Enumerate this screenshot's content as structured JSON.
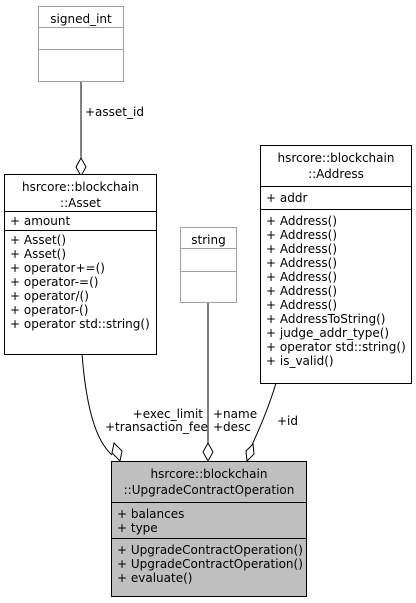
{
  "classes": {
    "signed_int": {
      "title": [
        "signed_int"
      ],
      "attributes": [],
      "operations": []
    },
    "string": {
      "title": [
        "string"
      ],
      "attributes": [],
      "operations": []
    },
    "asset": {
      "title": [
        "hsrcore::blockchain",
        "::Asset"
      ],
      "attributes": [
        "+ amount"
      ],
      "operations": [
        "+ Asset()",
        "+ Asset()",
        "+ operator+=()",
        "+ operator-=()",
        "+ operator/()",
        "+ operator-()",
        "+ operator std::string()"
      ]
    },
    "address": {
      "title": [
        "hsrcore::blockchain",
        "::Address"
      ],
      "attributes": [
        "+ addr"
      ],
      "operations": [
        "+ Address()",
        "+ Address()",
        "+ Address()",
        "+ Address()",
        "+ Address()",
        "+ Address()",
        "+ Address()",
        "+ AddressToString()",
        "+ judge_addr_type()",
        "+ operator std::string()",
        "+ is_valid()"
      ]
    },
    "upgrade": {
      "title": [
        "hsrcore::blockchain",
        "::UpgradeContractOperation"
      ],
      "attributes": [
        "+ balances",
        "+ type"
      ],
      "operations": [
        "+ UpgradeContractOperation()",
        "+ UpgradeContractOperation()",
        "+ evaluate()"
      ]
    }
  },
  "edges": {
    "asset_id": [
      "+asset_id"
    ],
    "asset_to_upgrade": [
      "+exec_limit",
      "+transaction_fee"
    ],
    "string_to_upgrade": [
      "+name",
      "+desc"
    ],
    "address_to_upgrade": [
      "+id"
    ]
  },
  "colors": {
    "main_fill": "#bfbfbf",
    "muted_border": "#a0a0a0",
    "line": "#000000"
  }
}
